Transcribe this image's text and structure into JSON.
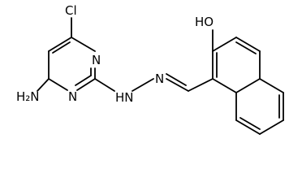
{
  "structure": {
    "labels": {
      "chlorine": "Cl",
      "hydroxyl": "HO",
      "amine": "H₂N",
      "hydrazine_nh": "HN",
      "ring_n_top": "N",
      "ring_n_bottom": "N",
      "imine_n": "N"
    }
  }
}
